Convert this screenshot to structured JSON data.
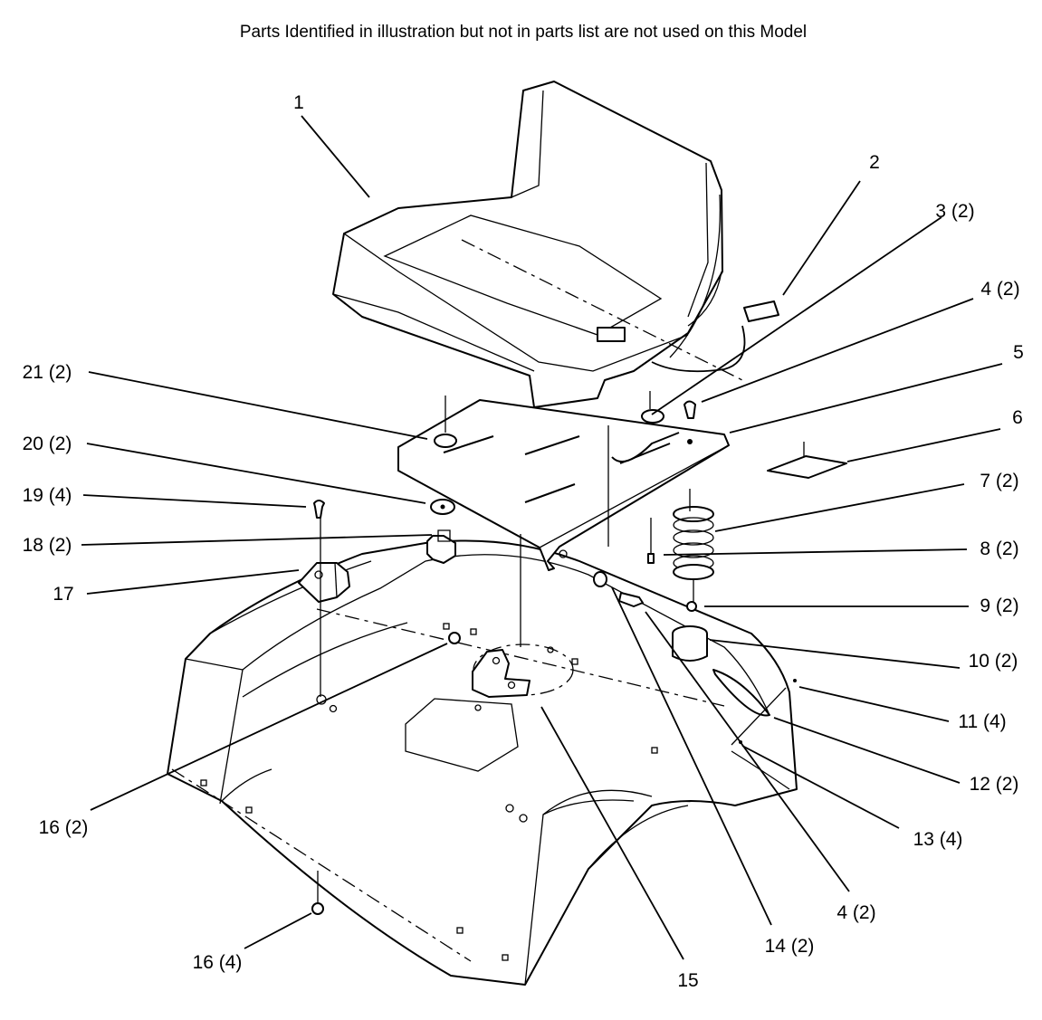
{
  "header": {
    "note": "Parts Identified  in illustration but not in parts list are not used on this Model"
  },
  "callouts": [
    {
      "id": "c1",
      "text": "1"
    },
    {
      "id": "c2",
      "text": "2"
    },
    {
      "id": "c3",
      "text": "3 (2)"
    },
    {
      "id": "c4a",
      "text": "4 (2)"
    },
    {
      "id": "c5",
      "text": "5"
    },
    {
      "id": "c6",
      "text": "6"
    },
    {
      "id": "c7",
      "text": "7 (2)"
    },
    {
      "id": "c8",
      "text": "8 (2)"
    },
    {
      "id": "c9",
      "text": "9 (2)"
    },
    {
      "id": "c10",
      "text": "10 (2)"
    },
    {
      "id": "c11",
      "text": "11 (4)"
    },
    {
      "id": "c12",
      "text": "12 (2)"
    },
    {
      "id": "c13",
      "text": "13 (4)"
    },
    {
      "id": "c4b",
      "text": "4 (2)"
    },
    {
      "id": "c14",
      "text": "14 (2)"
    },
    {
      "id": "c15",
      "text": "15"
    },
    {
      "id": "c16a",
      "text": "16 (2)"
    },
    {
      "id": "c16b",
      "text": "16 (4)"
    },
    {
      "id": "c17",
      "text": "17"
    },
    {
      "id": "c18",
      "text": "18 (2)"
    },
    {
      "id": "c19",
      "text": "19 (4)"
    },
    {
      "id": "c20",
      "text": "20 (2)"
    },
    {
      "id": "c21",
      "text": "21 (2)"
    }
  ]
}
